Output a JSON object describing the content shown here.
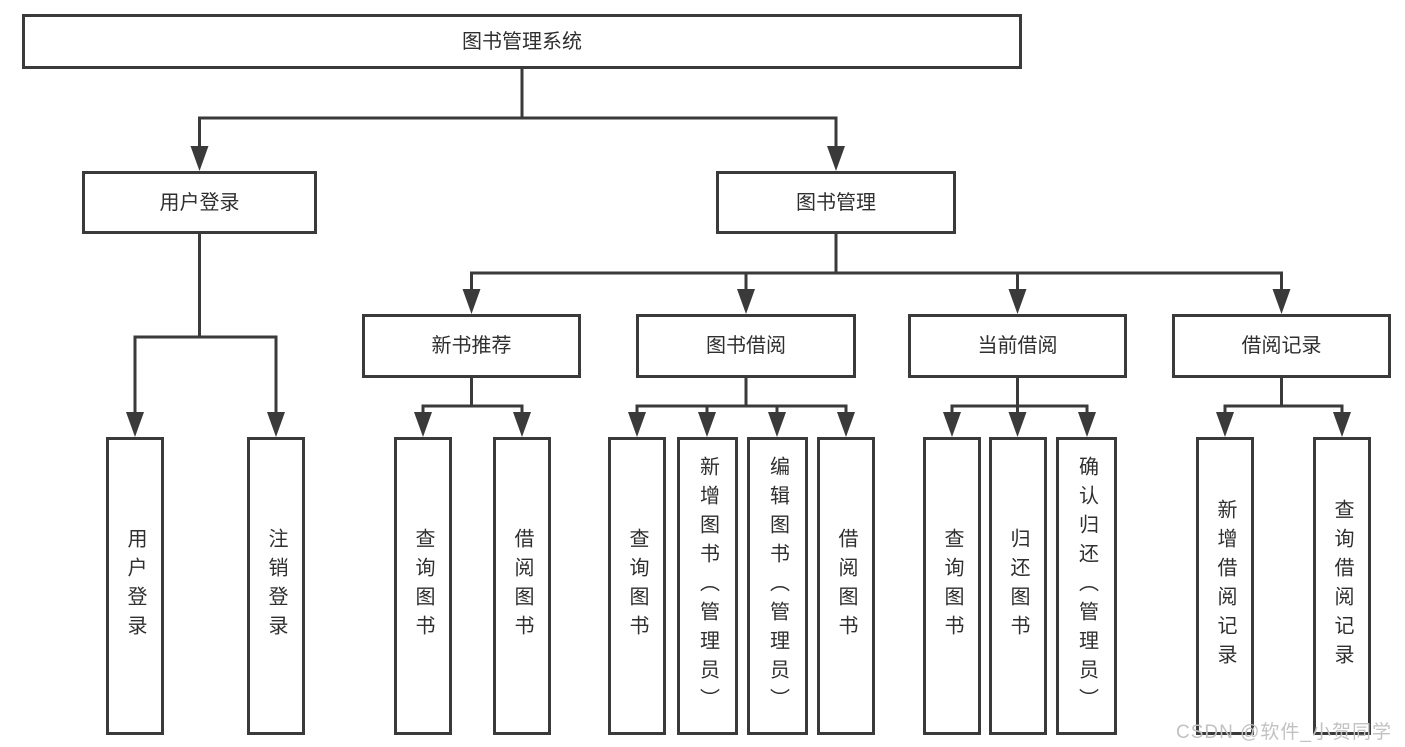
{
  "diagram": {
    "root": {
      "label": "图书管理系统"
    },
    "level2": [
      {
        "id": "user-login",
        "label": "用户登录"
      },
      {
        "id": "book-management",
        "label": "图书管理"
      }
    ],
    "level3": [
      {
        "id": "new-book-recommend",
        "label": "新书推荐",
        "parent": "图书管理"
      },
      {
        "id": "book-borrow",
        "label": "图书借阅",
        "parent": "图书管理"
      },
      {
        "id": "current-borrow",
        "label": "当前借阅",
        "parent": "图书管理"
      },
      {
        "id": "borrow-record",
        "label": "借阅记录",
        "parent": "图书管理"
      }
    ],
    "leaves": [
      {
        "label": "用户登录",
        "parent": "用户登录"
      },
      {
        "label": "注销登录",
        "parent": "用户登录"
      },
      {
        "label": "查询图书",
        "parent": "新书推荐"
      },
      {
        "label": "借阅图书",
        "parent": "新书推荐"
      },
      {
        "label": "查询图书",
        "parent": "图书借阅"
      },
      {
        "label": "新增图书（管理员）",
        "parent": "图书借阅"
      },
      {
        "label": "编辑图书（管理员）",
        "parent": "图书借阅"
      },
      {
        "label": "借阅图书",
        "parent": "图书借阅"
      },
      {
        "label": "查询图书",
        "parent": "当前借阅"
      },
      {
        "label": "归还图书",
        "parent": "当前借阅"
      },
      {
        "label": "确认归还（管理员）",
        "parent": "当前借阅"
      },
      {
        "label": "新增借阅记录",
        "parent": "借阅记录"
      },
      {
        "label": "查询借阅记录",
        "parent": "借阅记录"
      }
    ],
    "watermark": "CSDN @软件_小贺同学",
    "colors": {
      "line": "#3a3a3a",
      "text": "#2f2f2f",
      "watermark": "#c2c2c2",
      "background": "#ffffff"
    }
  }
}
